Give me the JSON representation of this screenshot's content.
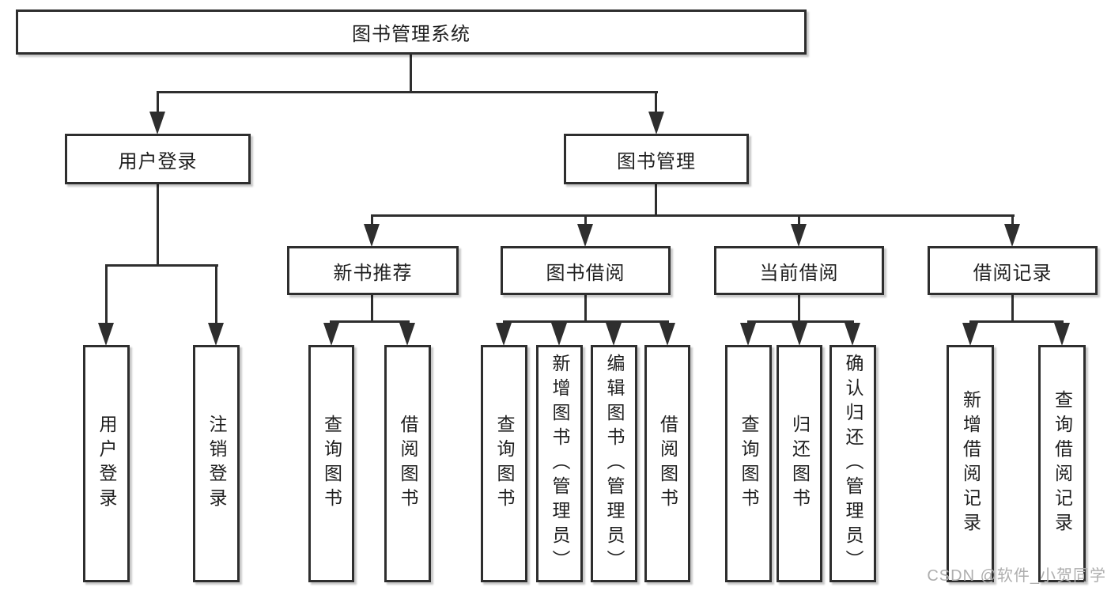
{
  "nodes": {
    "root": "图书管理系统",
    "login": "用户登录",
    "book_mgmt": "图书管理",
    "l3": {
      "recommend": "新书推荐",
      "borrow": "图书借阅",
      "current": "当前借阅",
      "records": "借阅记录"
    },
    "leaves": {
      "user_login": "用户登录",
      "logout": "注销登录",
      "rec_query": "查询图书",
      "rec_borrow": "借阅图书",
      "bor_query": "查询图书",
      "bor_add": "新增图书（管理员）",
      "bor_edit": "编辑图书（管理员）",
      "bor_borrow": "借阅图书",
      "cur_query": "查询图书",
      "cur_return": "归还图书",
      "cur_confirm": "确认归还（管理员）",
      "rec2_add": "新增借阅记录",
      "rec2_query": "查询借阅记录"
    }
  },
  "watermark": "CSDN @软件_小贺同学",
  "colors": {
    "line": "#2e2e2e",
    "box_border": "#2e2e2e",
    "text": "#1f1f1f",
    "watermark": "#aeaeae",
    "background": "#ffffff"
  }
}
